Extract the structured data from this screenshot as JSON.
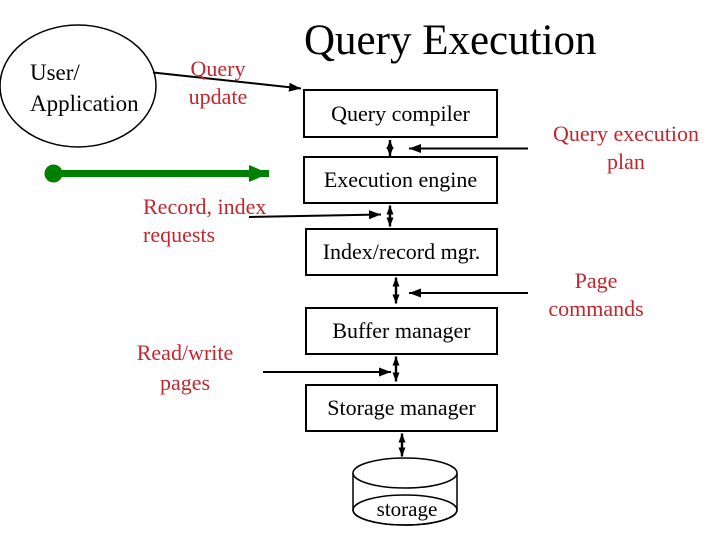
{
  "slide": {
    "title": "Query Execution"
  },
  "actor": {
    "line1": "User/",
    "line2": "Application"
  },
  "boxes": [
    {
      "label": "Query compiler"
    },
    {
      "label": "Execution engine"
    },
    {
      "label": "Index/record mgr."
    },
    {
      "label": "Buffer manager"
    },
    {
      "label": "Storage manager"
    }
  ],
  "storage": {
    "label": "storage"
  },
  "edge_labels": {
    "query_update": {
      "line1": "Query",
      "line2": "update"
    },
    "record_index_requests": {
      "line1": "Record, index",
      "line2": "requests"
    },
    "read_write_pages": {
      "line1": "Read/write",
      "line2": "pages"
    },
    "query_execution_plan": {
      "line1": "Query execution",
      "line2": "plan"
    },
    "page_commands": {
      "line1": "Page",
      "line2": "commands"
    }
  },
  "colors": {
    "label_red": "#C1272D",
    "arrow_green": "#008000",
    "ink_black": "#000000",
    "background": "#FFFFFF"
  }
}
